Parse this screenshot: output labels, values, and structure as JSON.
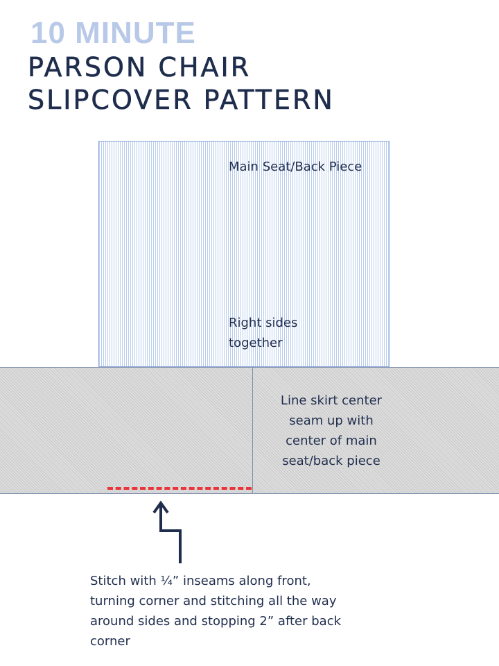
{
  "title": {
    "line1": "10 MINUTE",
    "line2": "Parson Chair Slipcover Pattern"
  },
  "labels": {
    "main_piece": "Main Seat/Back Piece",
    "right_sides": "Right sides together",
    "skirt_note": "Line skirt center seam up with center of main seat/back piece",
    "stitch_note": "Stitch with ¼” inseams along front, turning corner and stitching all the way around sides and stopping  2” after back corner"
  },
  "colors": {
    "title_light": "#b8c9e8",
    "title_dark": "#1f2d4d",
    "main_piece_stripes": "#b9cdee",
    "skirt_fill": "#dedede",
    "stitch_line": "#e8343a",
    "arrow": "#1f2d4d"
  }
}
